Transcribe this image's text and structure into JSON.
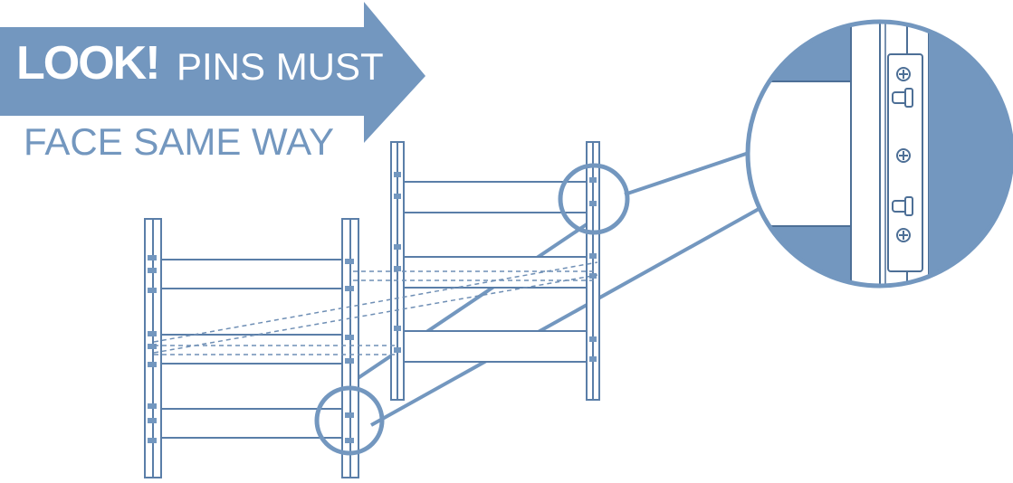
{
  "callout": {
    "look": "LOOK!",
    "pins_must": "PINS MUST",
    "face_same_way": "FACE SAME WAY"
  },
  "colors": {
    "accent": "#7397bf",
    "line": "#4d6f96",
    "background": "#ffffff"
  },
  "icons": [
    "arrow-banner-icon",
    "magnifier-circle-icon",
    "pin-icon",
    "screw-icon"
  ]
}
